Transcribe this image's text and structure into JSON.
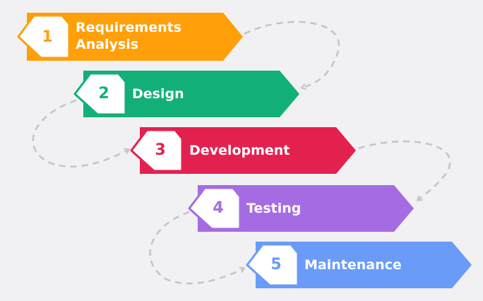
{
  "steps": [
    {
      "number": "1",
      "label": "Requirements\nAnalysis",
      "color": "#ff9f0a"
    },
    {
      "number": "2",
      "label": "Design",
      "color": "#12b076"
    },
    {
      "number": "3",
      "label": "Development",
      "color": "#e3214f"
    },
    {
      "number": "4",
      "label": "Testing",
      "color": "#a56be3"
    },
    {
      "number": "5",
      "label": "Maintenance",
      "color": "#6a9bf8"
    }
  ],
  "connector_color": "#c4c4c4"
}
